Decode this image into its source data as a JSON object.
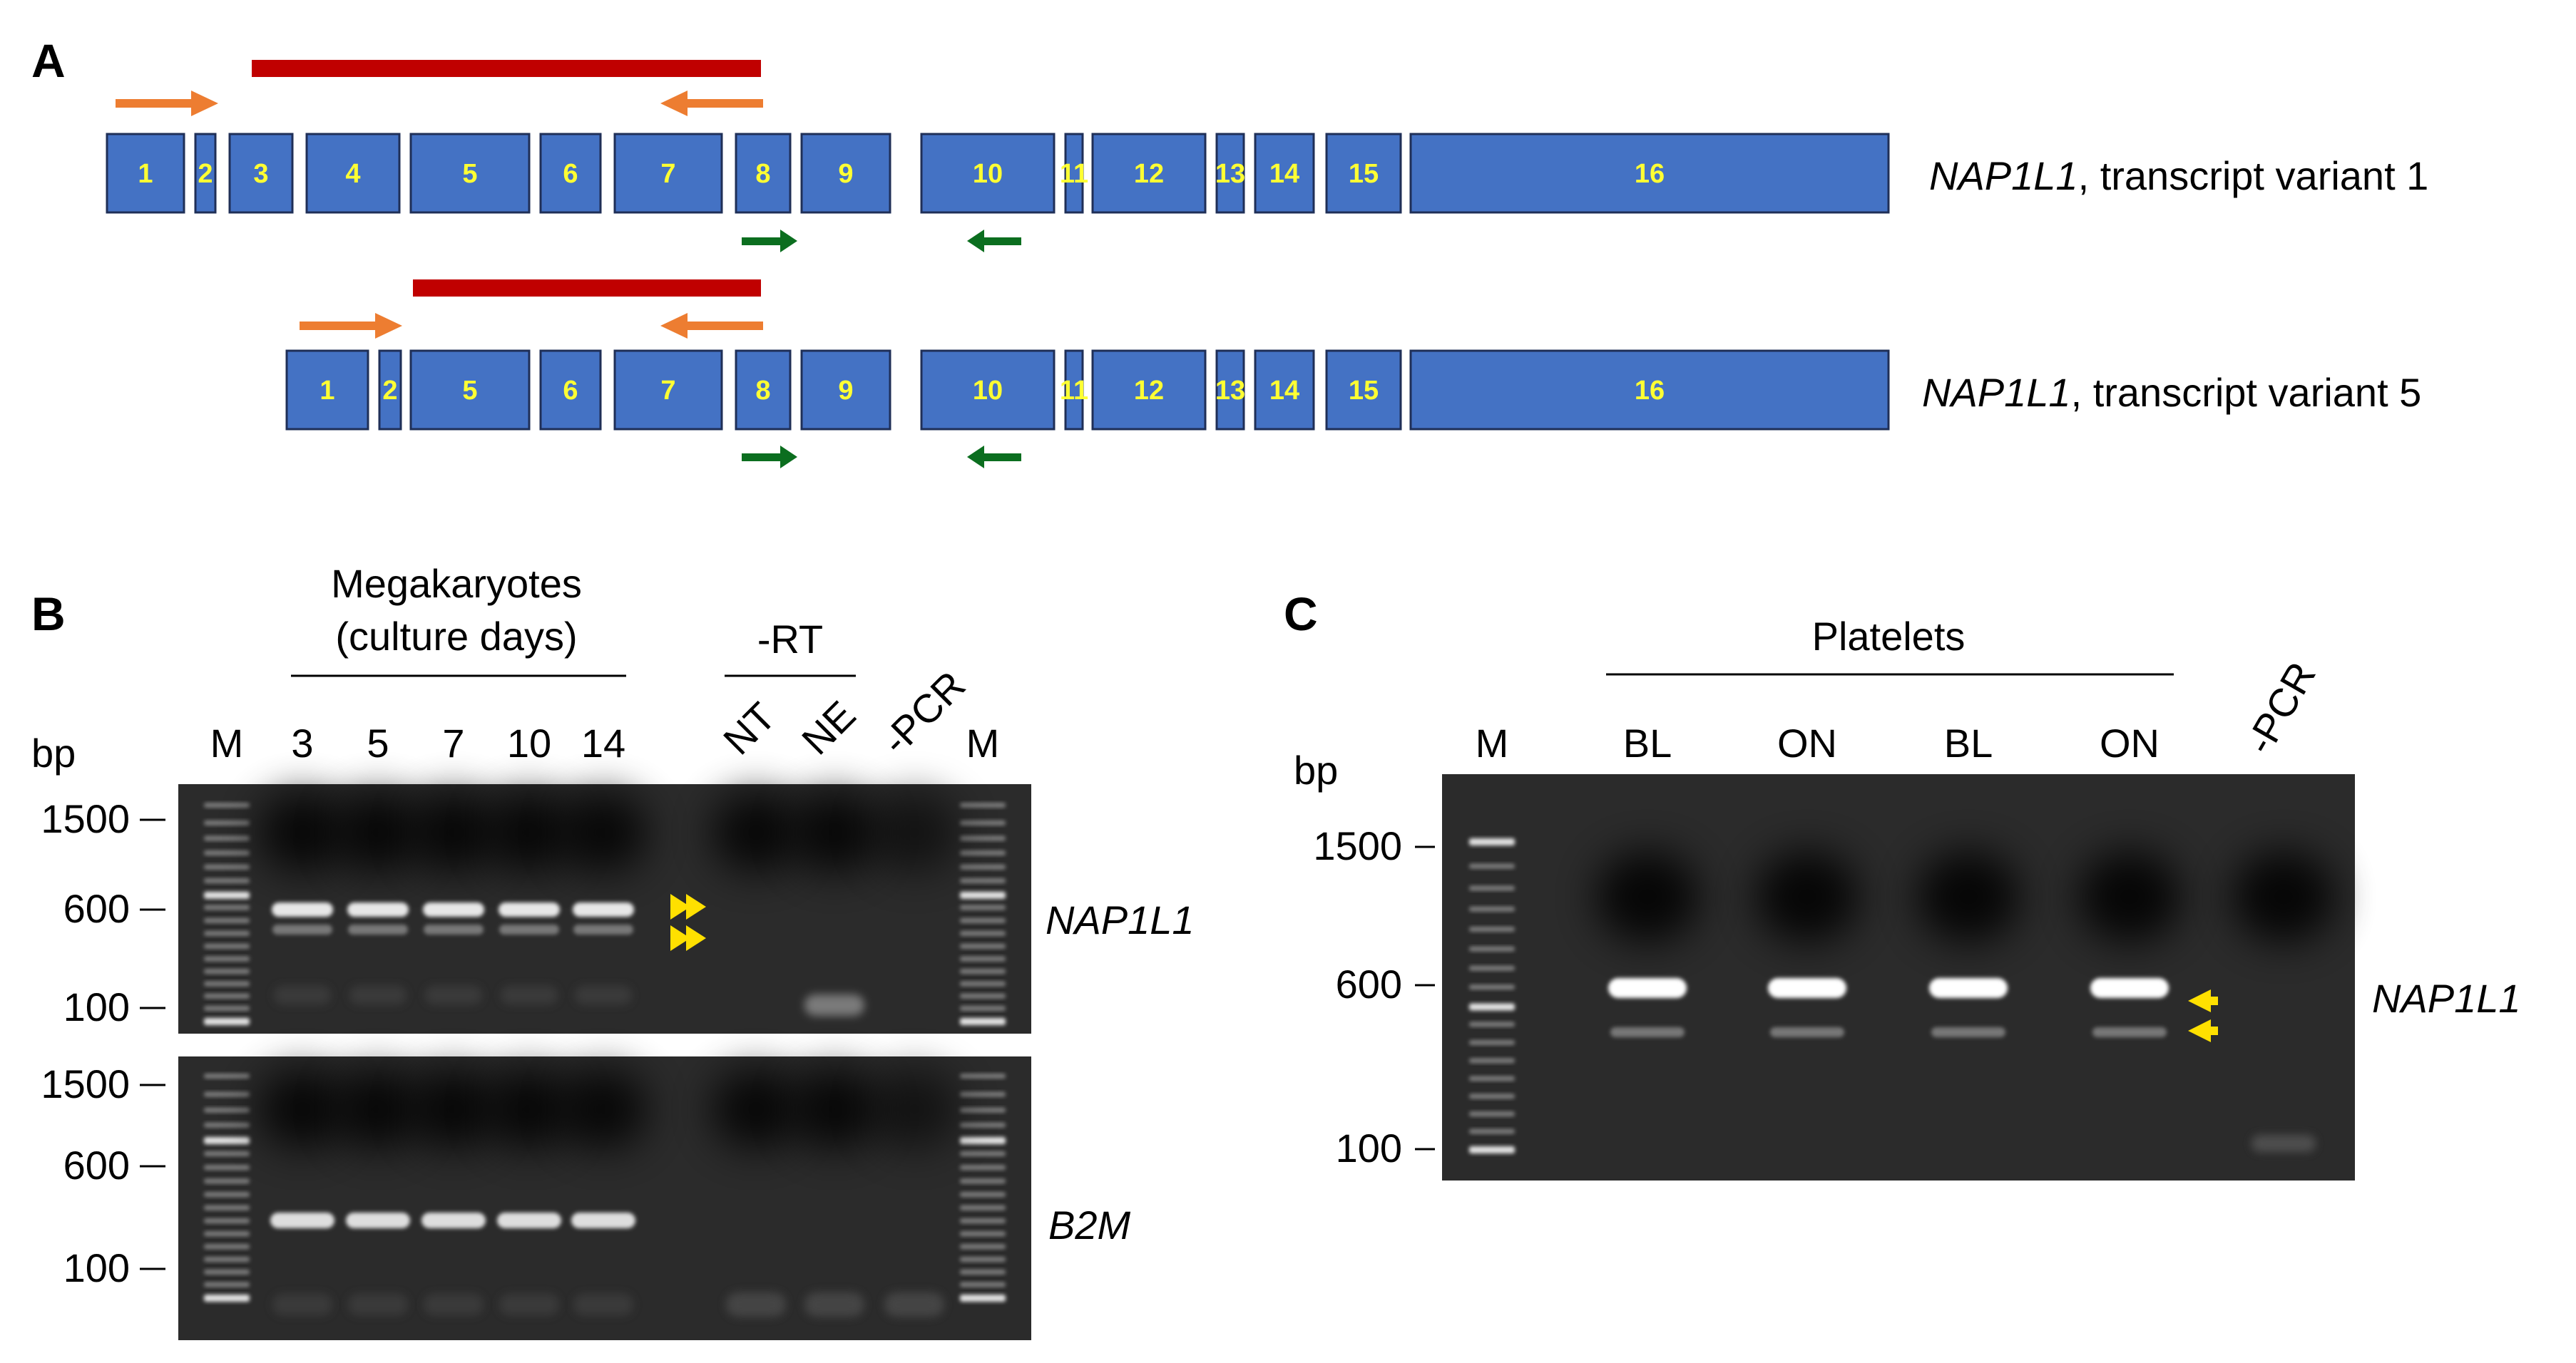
{
  "colors": {
    "exon_fill": "#4472c4",
    "exon_stroke": "#1f2f57",
    "exon_label": "#ffff33",
    "amplicon_bar": "#c00000",
    "primer_outer": "#ed7d31",
    "primer_inner": "#0b6e1f",
    "band_arrow": "#ffe000",
    "gel_background": "#2b2b2b"
  },
  "panel_a": {
    "letter": "A",
    "variants": [
      {
        "gene": "NAP1L1",
        "suffix": ", transcript variant 1",
        "exons": [
          "1",
          "2",
          "3",
          "4",
          "5",
          "6",
          "7",
          "8",
          "9",
          "10",
          "11",
          "12",
          "13",
          "14",
          "15",
          "16"
        ]
      },
      {
        "gene": "NAP1L1",
        "suffix": ", transcript variant 5",
        "exons": [
          "1",
          "2",
          "5",
          "6",
          "7",
          "8",
          "9",
          "10",
          "11",
          "12",
          "13",
          "14",
          "15",
          "16"
        ]
      }
    ]
  },
  "panel_b": {
    "letter": "B",
    "group_label_line1": "Megakaryotes",
    "group_label_line2": "(culture days)",
    "rt_label": "-RT",
    "bp_label": "bp",
    "lanes": [
      "M",
      "3",
      "5",
      "7",
      "10",
      "14",
      "NT",
      "NE",
      "-PCR",
      "M"
    ],
    "gels": [
      {
        "gene": "NAP1L1",
        "markers": [
          "1500",
          "600",
          "100"
        ]
      },
      {
        "gene": "B2M",
        "markers": [
          "1500",
          "600",
          "100"
        ]
      }
    ]
  },
  "panel_c": {
    "letter": "C",
    "group_label": "Platelets",
    "bp_label": "bp",
    "lanes": [
      "M",
      "BL",
      "ON",
      "BL",
      "ON",
      "-PCR"
    ],
    "gene": "NAP1L1",
    "markers": [
      "1500",
      "600",
      "100"
    ]
  }
}
